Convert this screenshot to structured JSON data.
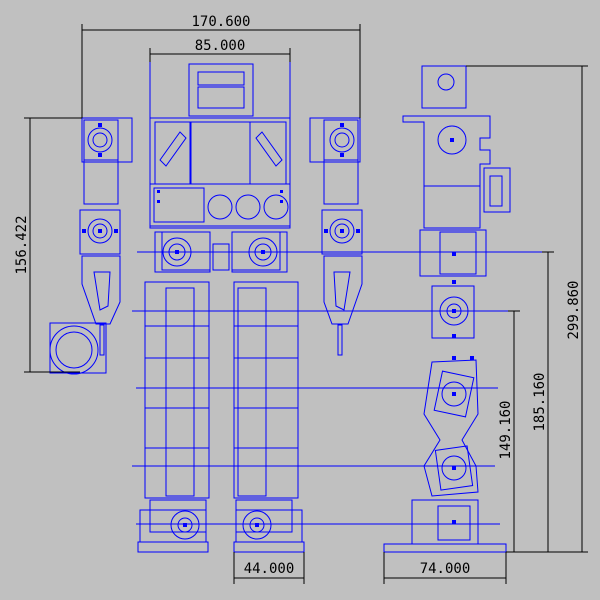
{
  "drawing": {
    "background": "#c0c0c0",
    "line_color": "#0000ff",
    "dim_color": "#000000"
  },
  "dimensions": {
    "total_width": "170.600",
    "body_width": "85.000",
    "arm_length": "156.422",
    "total_height": "299.860",
    "hip_height": "185.160",
    "knee_height": "149.160",
    "foot_width": "44.000",
    "foot_depth": "74.000"
  }
}
